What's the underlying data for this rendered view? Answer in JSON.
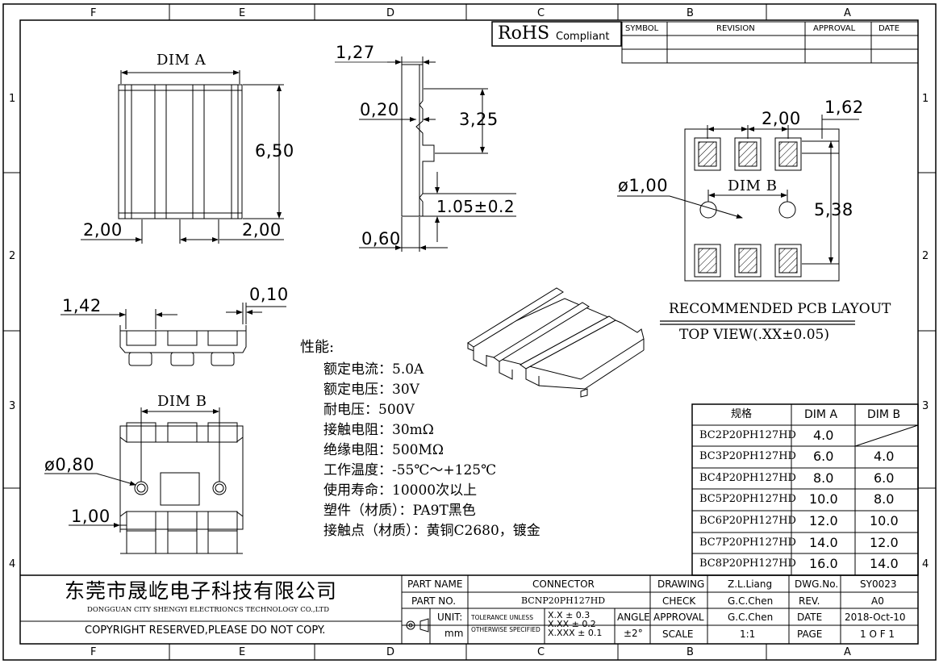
{
  "zones": {
    "top": [
      "F",
      "E",
      "D",
      "C",
      "B",
      "A"
    ],
    "bottom": [
      "F",
      "E",
      "D",
      "C",
      "B",
      "A"
    ],
    "left": [
      "1",
      "2",
      "3",
      "4"
    ],
    "right": [
      "1",
      "2",
      "3",
      "4"
    ]
  },
  "rohs": {
    "main": "RoHS",
    "sub": "Compliant"
  },
  "revision_table": {
    "symbol": "SYMBOL",
    "revision": "REVISION",
    "approval": "APPROVAL",
    "date": "DATE"
  },
  "dimensions": {
    "dim_a": "DIM A",
    "top_h": "6,50",
    "top_left": "2,00",
    "top_right": "2,00",
    "side_127": "1,27",
    "side_020": "0,20",
    "side_325": "3,25",
    "side_105": "1.05±0.2",
    "side_060": "0,60",
    "front_142": "1,42",
    "front_010": "0,10",
    "bottom_dim_b": "DIM B",
    "bottom_080": "ø0,80",
    "bottom_100": "1,00",
    "pcb_200": "2,00",
    "pcb_162": "1,62",
    "pcb_100": "ø1,00",
    "pcb_dim_b": "DIM B",
    "pcb_538": "5,38"
  },
  "pcb_layout": {
    "title": "RECOMMENDED PCB LAYOUT",
    "subtitle": "TOP VIEW(.XX±0.05)"
  },
  "specs": {
    "heading": "性能:",
    "lines": [
      "额定电流：5.0A",
      "额定电压：30V",
      "耐电压：500V",
      "接触电阻：30mΩ",
      "绝缘电阻：500MΩ",
      "工作温度：-55℃～+125℃",
      "使用寿命：10000次以上",
      "塑件（材质）：PA9T黑色",
      "接触点（材质）：黄铜C2680，镀金"
    ]
  },
  "dim_table": {
    "headers": [
      "规格",
      "DIM A",
      "DIM B"
    ],
    "rows": [
      [
        "BC2P20PH127HD",
        "4.0",
        ""
      ],
      [
        "BC3P20PH127HD",
        "6.0",
        "4.0"
      ],
      [
        "BC4P20PH127HD",
        "8.0",
        "6.0"
      ],
      [
        "BC5P20PH127HD",
        "10.0",
        "8.0"
      ],
      [
        "BC6P20PH127HD",
        "12.0",
        "10.0"
      ],
      [
        "BC7P20PH127HD",
        "14.0",
        "12.0"
      ],
      [
        "BC8P20PH127HD",
        "16.0",
        "14.0"
      ]
    ]
  },
  "title_block": {
    "company_cn": "东莞市晟屹电子科技有限公司",
    "company_en": "DONGGUAN CITY SHENGYI ELECTRIONCS TECHNOLOGY CO.,LTD",
    "copyright": "COPYRIGHT RESERVED,PLEASE DO NOT COPY.",
    "part_name_label": "PART NAME",
    "part_name": "CONNECTOR",
    "part_no_label": "PART NO.",
    "part_no": "BCNP20PH127HD",
    "unit_label": "UNIT:",
    "unit": "mm",
    "tol_line1": "TOLERANCE UNLESS",
    "tol_line2": "OTHERWISE SPECIFIED",
    "tol_1": "X.X ± 0.3",
    "tol_2": "X.XX ± 0.2",
    "tol_3": "X.XXX ± 0.1",
    "angle_label": "ANGLE",
    "angle": "±2°",
    "drawing_label": "DRAWING",
    "drawing": "Z.L.Liang",
    "check_label": "CHECK",
    "check": "G.C.Chen",
    "approval_label": "APPROVAL",
    "approval": "G.C.Chen",
    "scale_label": "SCALE",
    "scale": "1:1",
    "dwg_label": "DWG.No.",
    "dwg": "SY0023",
    "rev_label": "REV.",
    "rev": "A0",
    "date_label": "DATE",
    "date": "2018-Oct-10",
    "page_label": "PAGE",
    "page": "1 O F 1"
  }
}
